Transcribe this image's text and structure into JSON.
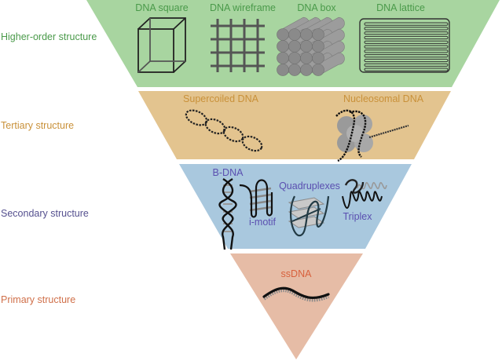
{
  "levels": [
    {
      "id": "higher-order",
      "label": "Higher-order structure",
      "label_color": "#4a9a4a",
      "fill": "#a8d5a0",
      "text_color": "#4a9a4a",
      "examples": [
        "DNA square",
        "DNA wireframe",
        "DNA box",
        "DNA lattice"
      ]
    },
    {
      "id": "tertiary",
      "label": "Tertiary structure",
      "label_color": "#c9913a",
      "fill": "#e3c48f",
      "text_color": "#c9913a",
      "examples": [
        "Supercoiled DNA",
        "Nucleosomal DNA"
      ]
    },
    {
      "id": "secondary",
      "label": "Secondary structure",
      "label_color": "#55508f",
      "fill": "#a9c8de",
      "text_color": "#5a4fb0",
      "examples": [
        "B-DNA",
        "i-motif",
        "Quadruplexes",
        "Triplex"
      ]
    },
    {
      "id": "primary",
      "label": "Primary structure",
      "label_color": "#d0704a",
      "fill": "#e6bca6",
      "text_color": "#d8613d",
      "examples": [
        "ssDNA"
      ]
    }
  ]
}
